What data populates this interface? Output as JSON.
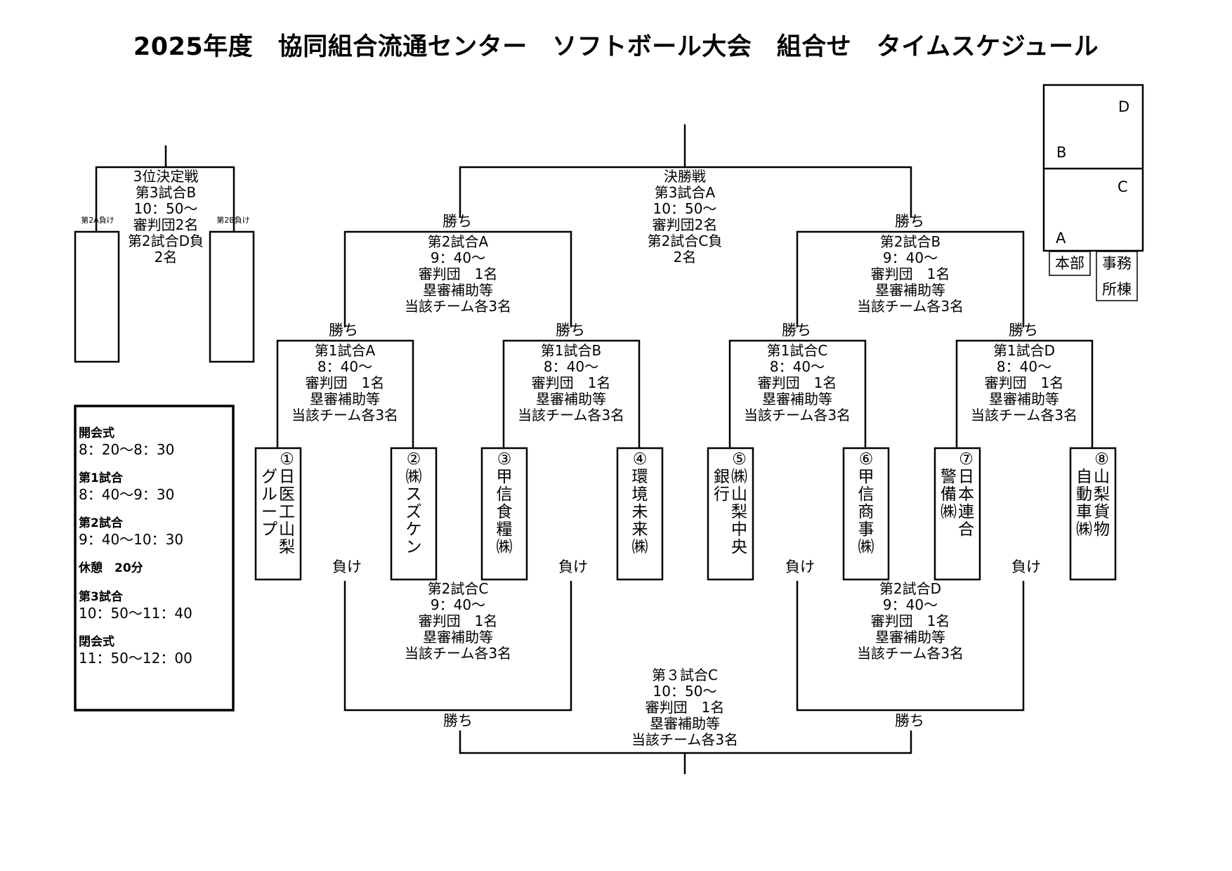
{
  "title": "2025年度　協同組合流通センター　ソフトボール大会　組合せ　タイムスケジュール",
  "labels": {
    "win": "勝ち",
    "lose": "負け",
    "loser_2a": "第2A負け",
    "loser_2b": "第2B負け"
  },
  "matches": {
    "final": [
      "決勝戦",
      "第3試合A",
      "10：50～",
      "審判団2名",
      "第2試合C負",
      "2名"
    ],
    "third_place": [
      "3位決定戦",
      "第3試合B",
      "10：50～",
      "審判団2名",
      "第2試合D負",
      "2名"
    ],
    "m2a": [
      "第2試合A",
      "9：40～",
      "審判団　1名",
      "塁審補助等",
      "当該チーム各3名"
    ],
    "m2b": [
      "第2試合B",
      "9：40～",
      "審判団　1名",
      "塁審補助等",
      "当該チーム各3名"
    ],
    "m1a": [
      "第1試合A",
      "8：40～",
      "審判団　1名",
      "塁審補助等",
      "当該チーム各3名"
    ],
    "m1b": [
      "第1試合B",
      "8：40～",
      "審判団　1名",
      "塁審補助等",
      "当該チーム各3名"
    ],
    "m1c": [
      "第1試合C",
      "8：40～",
      "審判団　1名",
      "塁審補助等",
      "当該チーム各3名"
    ],
    "m1d": [
      "第1試合D",
      "8：40～",
      "審判団　1名",
      "塁審補助等",
      "当該チーム各3名"
    ],
    "m2c": [
      "第2試合C",
      "9：40～",
      "審判団　1名",
      "塁審補助等",
      "当該チーム各3名"
    ],
    "m2d": [
      "第2試合D",
      "9：40～",
      "審判団　1名",
      "塁審補助等",
      "当該チーム各3名"
    ],
    "m3c": [
      "第３試合C",
      "10：50～",
      "審判団　1名",
      "塁審補助等",
      "当該チーム各3名"
    ]
  },
  "teams": [
    {
      "num": "①",
      "cols": [
        "日医工山梨",
        "グループ"
      ]
    },
    {
      "num": "②",
      "cols": [
        "㈱スズケン"
      ]
    },
    {
      "num": "③",
      "cols": [
        "甲信食糧㈱"
      ]
    },
    {
      "num": "④",
      "cols": [
        "環境未来㈱"
      ]
    },
    {
      "num": "⑤",
      "cols": [
        "㈱山梨中央",
        "銀行"
      ]
    },
    {
      "num": "⑥",
      "cols": [
        "甲信商事㈱"
      ]
    },
    {
      "num": "⑦",
      "cols": [
        "日本連合",
        "警備㈱"
      ]
    },
    {
      "num": "⑧",
      "cols": [
        "山梨貨物",
        "自動車㈱"
      ]
    }
  ],
  "schedule": [
    {
      "label": "開会式",
      "time": "8：20～8：30"
    },
    {
      "label": "第1試合",
      "time": "8：40～9：30"
    },
    {
      "label": "第2試合",
      "time": "9：40～10：30"
    },
    {
      "label": "休憩　20分",
      "time": ""
    },
    {
      "label": "第3試合",
      "time": "10：50～11：40"
    },
    {
      "label": "閉会式",
      "time": "11：50～12：00"
    }
  ],
  "legend": {
    "d": "D",
    "b": "B",
    "c": "C",
    "a": "A",
    "honbu": "本部",
    "jimu_1": "事務",
    "jimu_2": "所棟"
  }
}
